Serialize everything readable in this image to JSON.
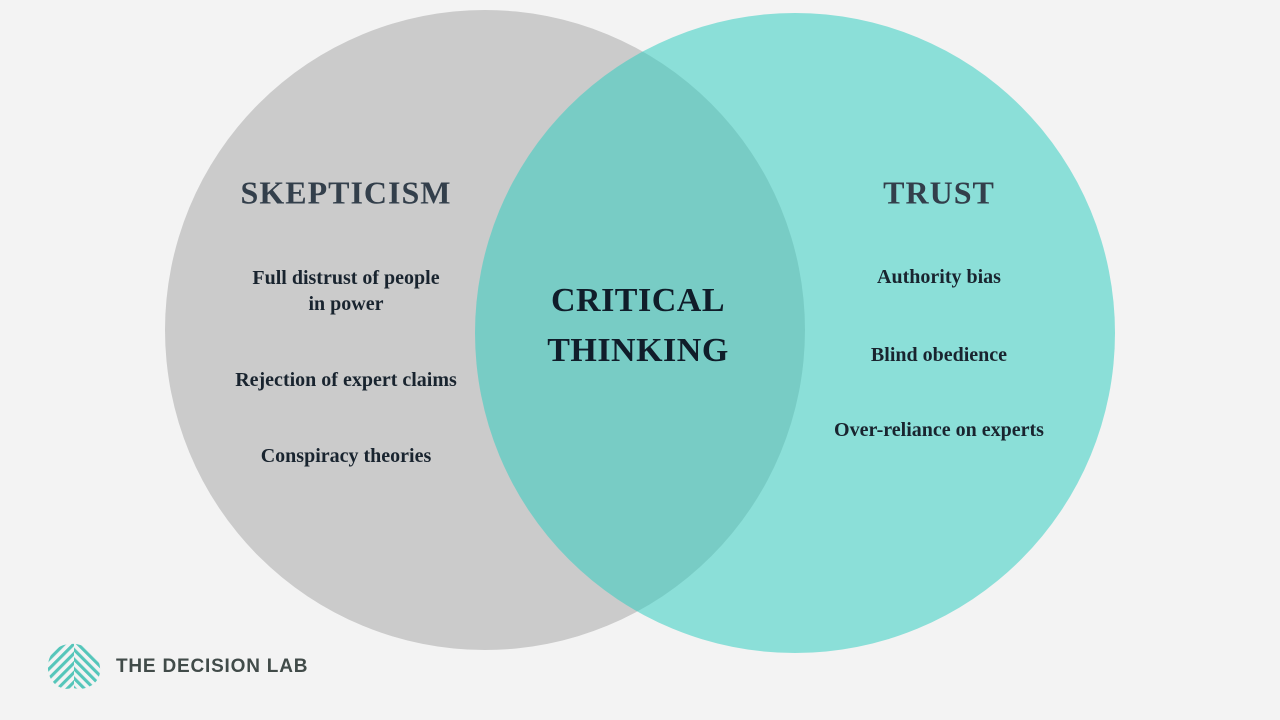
{
  "diagram": {
    "type": "venn",
    "left": {
      "title": "SKEPTICISM",
      "items": [
        {
          "lines": [
            "Full distrust of people",
            "in power"
          ]
        },
        {
          "lines": [
            "Rejection of expert claims"
          ]
        },
        {
          "lines": [
            "Conspiracy theories"
          ]
        }
      ]
    },
    "right": {
      "title": "TRUST",
      "items": [
        {
          "lines": [
            "Authority bias"
          ]
        },
        {
          "lines": [
            "Blind obedience"
          ]
        },
        {
          "lines": [
            "Over-reliance on experts"
          ]
        }
      ]
    },
    "overlap": {
      "lines": [
        "CRITICAL",
        "THINKING"
      ]
    }
  },
  "footer": {
    "brand_name": "THE DECISION LAB",
    "brand_icon": "brain-chevron-icon"
  },
  "colors": {
    "background": "#f3f3f3",
    "gray_circle": "#cbcbcb",
    "teal_circle_rgba": "rgba(47,206,193,0.53)",
    "teal_flat": "#8bdfd8",
    "overlap_flat": "#79ccc5",
    "heading": "#333f4b",
    "body_text": "#19242f",
    "overlap_text": "#101d2a",
    "logo_teal": "#55c6ba",
    "logo_text_color": "#414b49"
  }
}
